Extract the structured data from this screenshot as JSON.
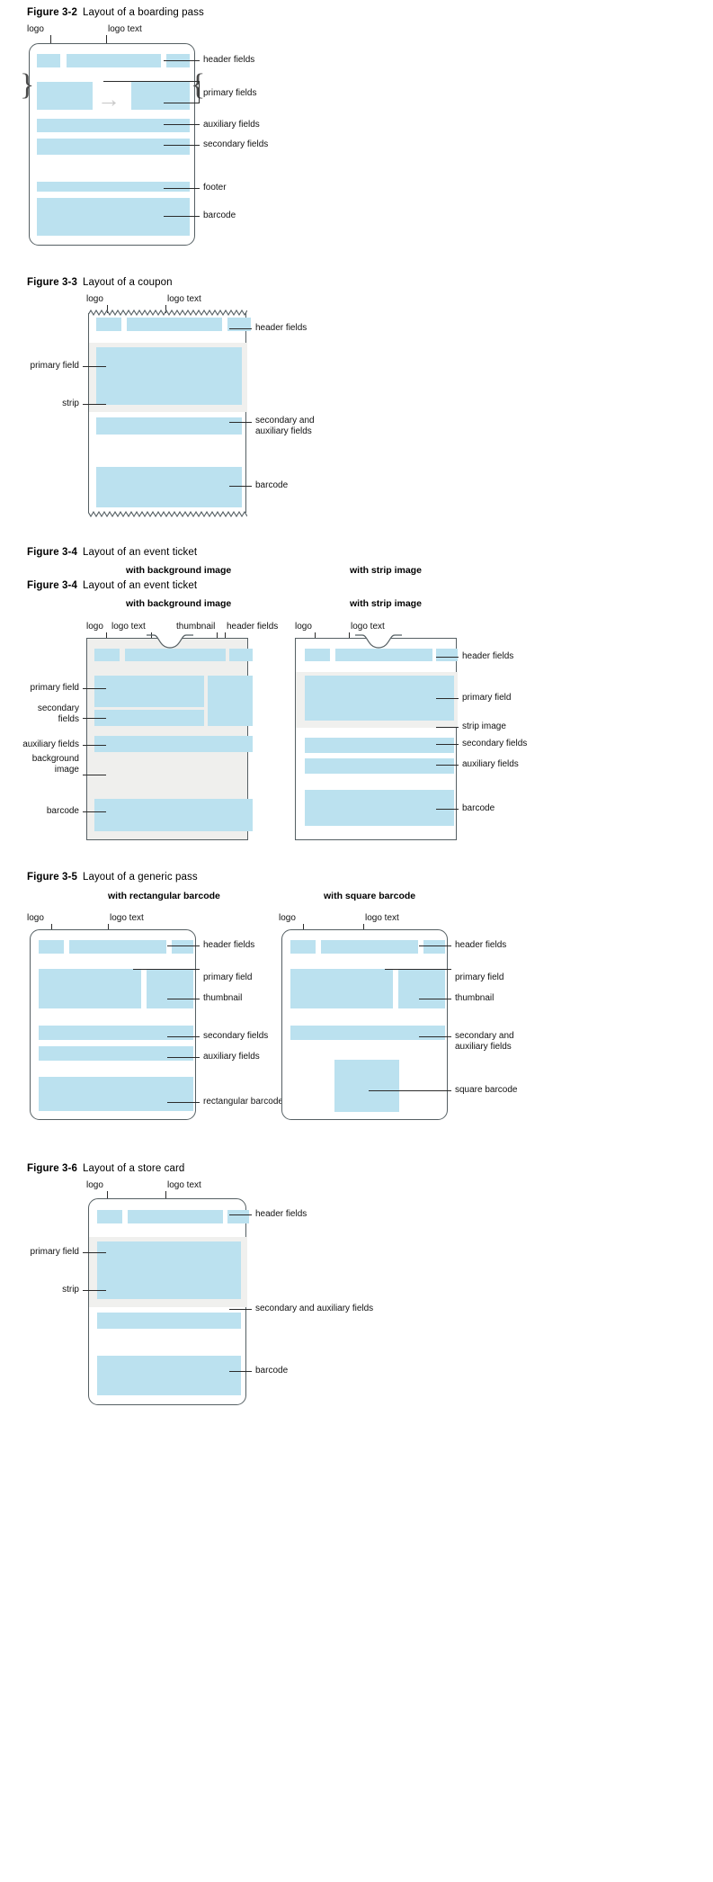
{
  "figures": [
    {
      "id": "fig-3-2",
      "number": "Figure 3-2",
      "title": "Layout of a boarding pass",
      "labels": {
        "logo": "logo",
        "logo_text": "logo text",
        "header_fields": "header fields",
        "primary_fields": "primary fields",
        "auxiliary_fields": "auxiliary fields",
        "secondary_fields": "secondary fields",
        "footer": "footer",
        "barcode": "barcode"
      }
    },
    {
      "id": "fig-3-3",
      "number": "Figure 3-3",
      "title": "Layout of a coupon",
      "labels": {
        "logo": "logo",
        "logo_text": "logo text",
        "header_fields": "header fields",
        "primary_field": "primary field",
        "strip": "strip",
        "secondary_auxiliary": "secondary and\nauxiliary fields",
        "barcode": "barcode"
      }
    },
    {
      "id": "fig-3-4",
      "number": "Figure 3-4",
      "title": "Layout of an event ticket",
      "variant_left": "with background image",
      "variant_right": "with strip image",
      "labels_left": {
        "logo": "logo",
        "logo_text": "logo text",
        "thumbnail": "thumbnail",
        "header_fields": "header fields",
        "primary_field": "primary field",
        "secondary_fields": "secondary\nfields",
        "auxiliary_fields": "auxiliary fields",
        "background_image": "background\nimage",
        "barcode": "barcode"
      },
      "labels_right": {
        "logo": "logo",
        "logo_text": "logo text",
        "header_fields": "header fields",
        "primary_field": "primary field",
        "strip_image": "strip image",
        "secondary_fields": "secondary fields",
        "auxiliary_fields": "auxiliary fields",
        "barcode": "barcode"
      }
    },
    {
      "id": "fig-3-5",
      "number": "Figure 3-5",
      "title": "Layout of a generic pass",
      "variant_left": "with rectangular barcode",
      "variant_right": "with square barcode",
      "labels_left": {
        "logo": "logo",
        "logo_text": "logo text",
        "header_fields": "header fields",
        "primary_field": "primary field",
        "thumbnail": "thumbnail",
        "secondary_fields": "secondary fields",
        "auxiliary_fields": "auxiliary fields",
        "barcode": "rectangular barcode"
      },
      "labels_right": {
        "logo": "logo",
        "logo_text": "logo text",
        "header_fields": "header fields",
        "primary_field": "primary field",
        "thumbnail": "thumbnail",
        "secondary_auxiliary": "secondary and\nauxiliary fields",
        "barcode": "square barcode"
      }
    },
    {
      "id": "fig-3-6",
      "number": "Figure 3-6",
      "title": "Layout of a store card",
      "labels": {
        "logo": "logo",
        "logo_text": "logo text",
        "header_fields": "header fields",
        "primary_field": "primary field",
        "strip": "strip",
        "secondary_auxiliary": "secondary and auxiliary fields",
        "barcode": "barcode"
      }
    }
  ],
  "colors": {
    "field_blue": "#bbe1ef",
    "strip_grey": "#f0f0ee",
    "background_image_grey": "#efefed",
    "outline": "#555f63",
    "leader": "#2b2b2b",
    "arrow": "#c9c9c9"
  },
  "glyphs": {
    "arrow_right": "→"
  }
}
